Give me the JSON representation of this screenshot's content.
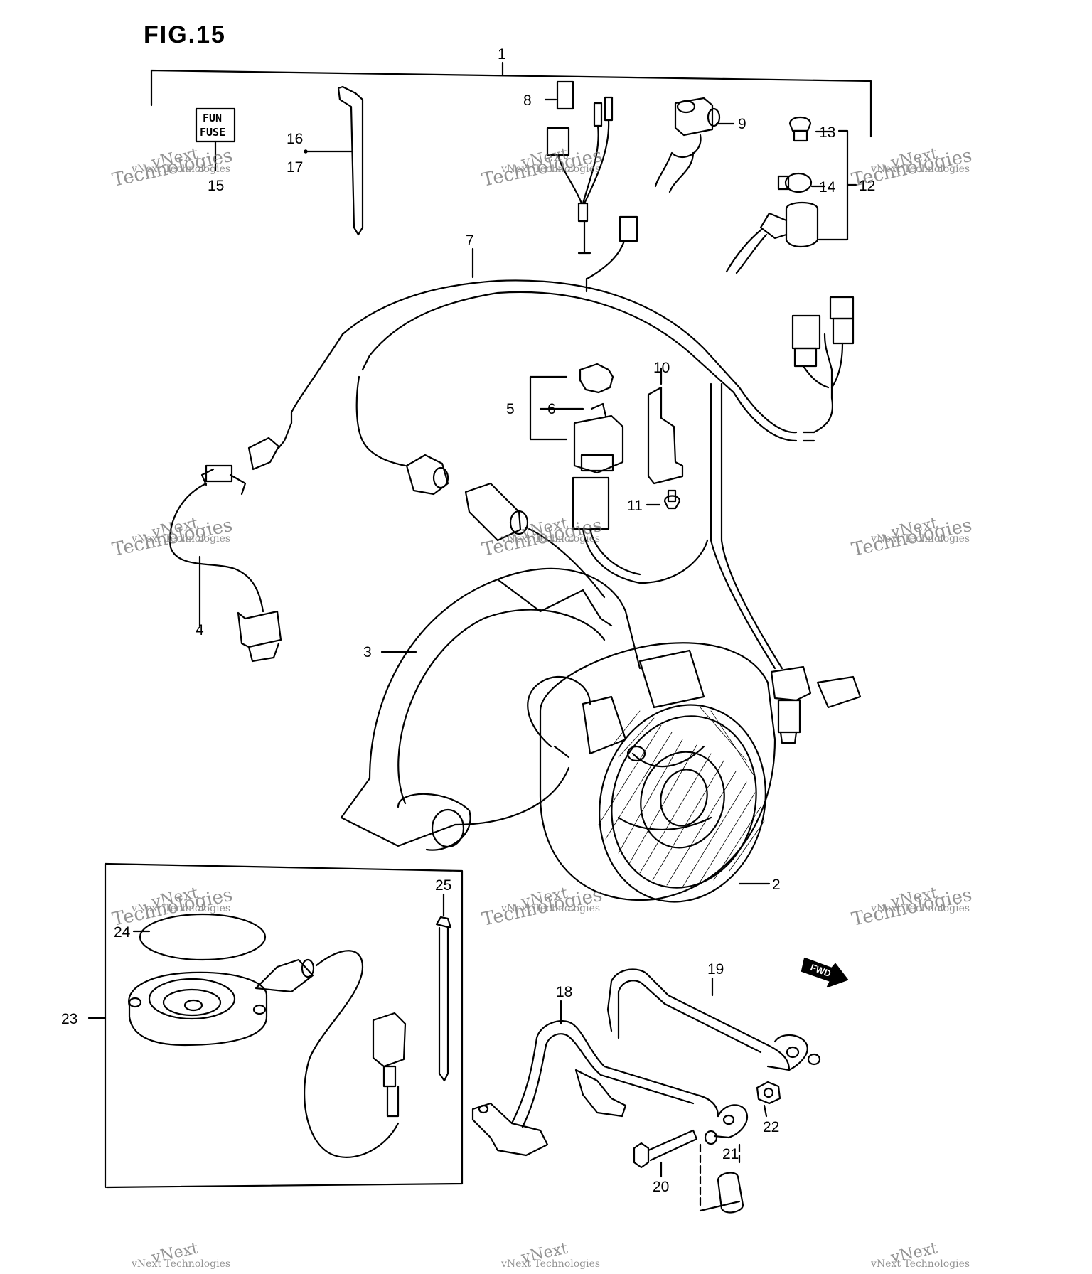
{
  "figure_title": "FIG.15",
  "fuse_label": {
    "line1": "FUN",
    "line2": "FUSE"
  },
  "fwd_label": "FWD",
  "watermark": {
    "line1": "vNext",
    "line2": "Technologies",
    "small": "vNext Technologies"
  },
  "callouts": [
    {
      "id": "1",
      "label": "1"
    },
    {
      "id": "2",
      "label": "2"
    },
    {
      "id": "3",
      "label": "3"
    },
    {
      "id": "4",
      "label": "4"
    },
    {
      "id": "5",
      "label": "5"
    },
    {
      "id": "6",
      "label": "6"
    },
    {
      "id": "7",
      "label": "7"
    },
    {
      "id": "8",
      "label": "8"
    },
    {
      "id": "9",
      "label": "9"
    },
    {
      "id": "10",
      "label": "10"
    },
    {
      "id": "11",
      "label": "11"
    },
    {
      "id": "12",
      "label": "12"
    },
    {
      "id": "13",
      "label": "13"
    },
    {
      "id": "14",
      "label": "14"
    },
    {
      "id": "15",
      "label": "15"
    },
    {
      "id": "16",
      "label": "16"
    },
    {
      "id": "17",
      "label": "17"
    },
    {
      "id": "18",
      "label": "18"
    },
    {
      "id": "19",
      "label": "19"
    },
    {
      "id": "20",
      "label": "20"
    },
    {
      "id": "21",
      "label": "21"
    },
    {
      "id": "22",
      "label": "22"
    },
    {
      "id": "23",
      "label": "23"
    },
    {
      "id": "24",
      "label": "24"
    },
    {
      "id": "25",
      "label": "25"
    }
  ],
  "colors": {
    "ink": "#000000",
    "watermark": "#6e6e6e",
    "background": "#ffffff"
  }
}
